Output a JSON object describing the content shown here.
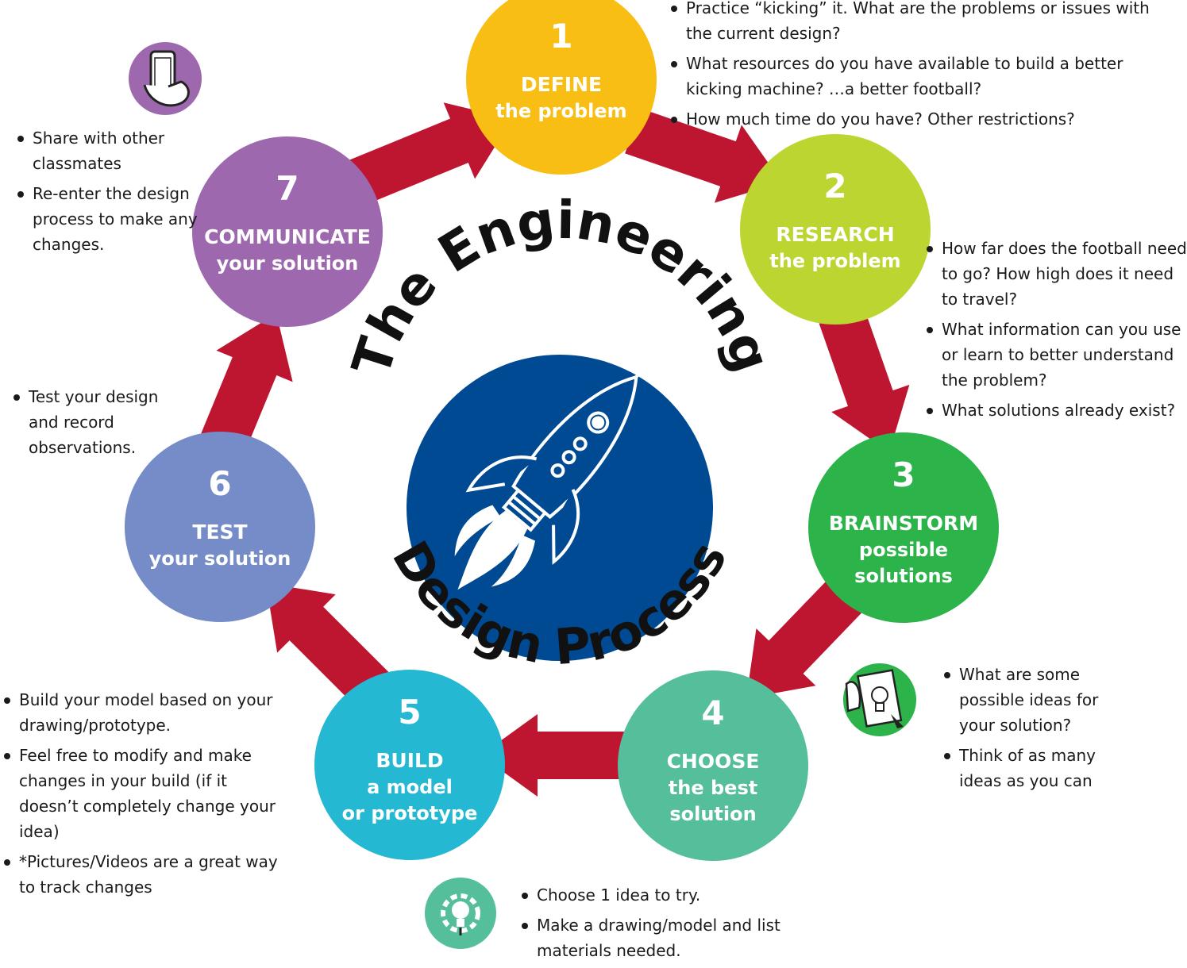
{
  "title": {
    "line1": "The Engineering",
    "line2": "Design Process"
  },
  "colors": {
    "arrow": "#BE1630",
    "center": "#004A93",
    "step1": "#F9BE14",
    "step2": "#BCD530",
    "step3": "#2CB34A",
    "step4": "#55BE9A",
    "step5": "#25B8D2",
    "step6": "#758CC8",
    "step7": "#9D68AE",
    "icon_purple": "#9D68AE",
    "icon_green": "#2CB34A",
    "icon_teal": "#55BE9A"
  },
  "steps": [
    {
      "number": "1",
      "title": "DEFINE",
      "lines": [
        "the problem"
      ]
    },
    {
      "number": "2",
      "title": "RESEARCH",
      "lines": [
        "the problem"
      ]
    },
    {
      "number": "3",
      "title": "BRAINSTORM",
      "lines": [
        "possible",
        "solutions"
      ]
    },
    {
      "number": "4",
      "title": "CHOOSE",
      "lines": [
        "the best",
        "solution"
      ]
    },
    {
      "number": "5",
      "title": "BUILD",
      "lines": [
        "a model",
        "or prototype"
      ]
    },
    {
      "number": "6",
      "title": "TEST",
      "lines": [
        "your solution"
      ]
    },
    {
      "number": "7",
      "title": "COMMUNICATE",
      "lines": [
        "your solution"
      ]
    }
  ],
  "notes": {
    "define": [
      "Practice “kicking” it. What are the problems or issues with the current design?",
      "What resources do you have available to build a better kicking machine? …a better football?",
      "How much time do you have? Other restrictions?"
    ],
    "research": [
      "How far does the football need to go? How high does it need to travel?",
      "What information can you use or learn to better understand the problem?",
      "What solutions already exist?"
    ],
    "brainstorm": [
      "What are some possible ideas for your solution?",
      "Think of as many ideas as you can"
    ],
    "choose": [
      "Choose 1 idea to try.",
      "Make a drawing/model and list materials needed."
    ],
    "build": [
      "Build your model based on your drawing/prototype.",
      "Feel free to modify and make changes in your build (if it doesn’t completely change your idea)",
      "*Pictures/Videos are a great way to track changes"
    ],
    "test": [
      "Test your design and record observations."
    ],
    "communicate": [
      "Share with other classmates",
      "Re-enter the design process to make any changes."
    ]
  },
  "icons": {
    "communicate": "phone-hand-icon",
    "brainstorm": "lightbulb-sketch-icon",
    "choose": "lightbulb-gear-icon",
    "center": "rocket-icon"
  }
}
